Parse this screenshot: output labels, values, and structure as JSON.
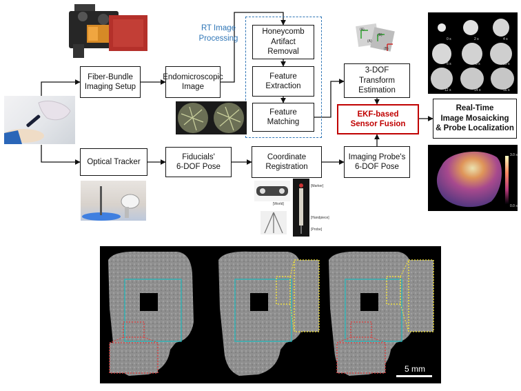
{
  "diagram": {
    "boxes": {
      "fiber_bundle": "Fiber-Bundle\nImaging Setup",
      "endomicroscopic": "Endomicroscopic\nImage",
      "honeycomb": "Honeycomb\nArtifact\nRemoval",
      "feature_extraction": "Feature\nExtraction",
      "feature_matching": "Feature\nMatching",
      "transform": "3-DOF\nTransform\nEstimation",
      "ekf": "EKF-based\nSensor Fusion",
      "output": "Real-Time\nImage Mosaicking\n& Probe Localization",
      "optical_tracker": "Optical Tracker",
      "fiducials": "Fiducials'\n6-DOF Pose",
      "coordinate": "Coordinate\nRegistration",
      "probe_pose": "Imaging Probe's\n6-DOF Pose"
    },
    "rt_label": "RT Image\nProcessing",
    "frame_labels": {
      "a": "(A)",
      "a2": "(A)",
      "b": "(B)",
      "b2": "(B)"
    },
    "registration_labels": {
      "world": "[World]",
      "marker": "[Marker]",
      "handpiece": "[Handpiece]",
      "probe": "[Probe]"
    },
    "time_labels": [
      "0 s",
      "2 s",
      "4 s",
      "6 s",
      "8 s",
      "10 s",
      "12 s",
      "14 s",
      "16 s"
    ],
    "colorbar": {
      "max": "3.0 s",
      "min": "0.0 s"
    }
  },
  "bottom_panel": {
    "scale_bar": "5 mm"
  },
  "colors": {
    "box_border": "#111111",
    "ekf": "#c00000",
    "rt_frame": "#2e75b6",
    "cyan_roi": "#2bb5b8",
    "red_roi": "#e23b3b",
    "yellow_roi": "#ffee33"
  }
}
